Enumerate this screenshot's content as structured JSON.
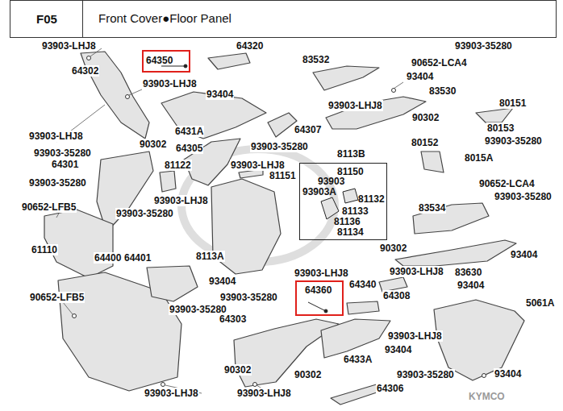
{
  "diagram": {
    "title": "Front Cover●Floor Panel",
    "nodes": [
      {
        "text": [
          "F05"
        ]
      },
      {
        "text": [
          "64350"
        ]
      },
      {
        "text": [
          "8113B",
          "81150",
          "93903",
          "93903A",
          "81132",
          "81133",
          "81136",
          "81134"
        ]
      },
      {
        "text": [
          "64360"
        ]
      }
    ],
    "labels": [
      "93903-LHJ8",
      "64320",
      "83532",
      "93903-35280",
      "90652-LCA4",
      "64302",
      "93404",
      "93903-LHJ8",
      "93404",
      "83530",
      "93903-LHJ8",
      "80151",
      "90302",
      "64307",
      "6431A",
      "80153",
      "93903-LHJ8",
      "90302",
      "64305",
      "93903-35280",
      "93903-35280",
      "80152",
      "93903-35280",
      "8015A",
      "64301",
      "81122",
      "93903-LHJ8",
      "81151",
      "93903-35280",
      "90652-LCA4",
      "93903-35280",
      "93903-LHJ8",
      "90652-LFB5",
      "83534",
      "93903-35280",
      "90302",
      "61110",
      "93404",
      "8113A",
      "64400",
      "64401",
      "93903-LHJ8",
      "93903-LHJ8",
      "83630",
      "93404",
      "64340",
      "93404",
      "64308",
      "90652-LFB5",
      "93903-35280",
      "93903-35280",
      "5061A",
      "64303",
      "93903-LHJ8",
      "93404",
      "6433A",
      "90302",
      "93404",
      "90302",
      "93903-35280",
      "64306",
      "KYMCO",
      "93903-LHJ8",
      "93903-LHJ8"
    ]
  }
}
